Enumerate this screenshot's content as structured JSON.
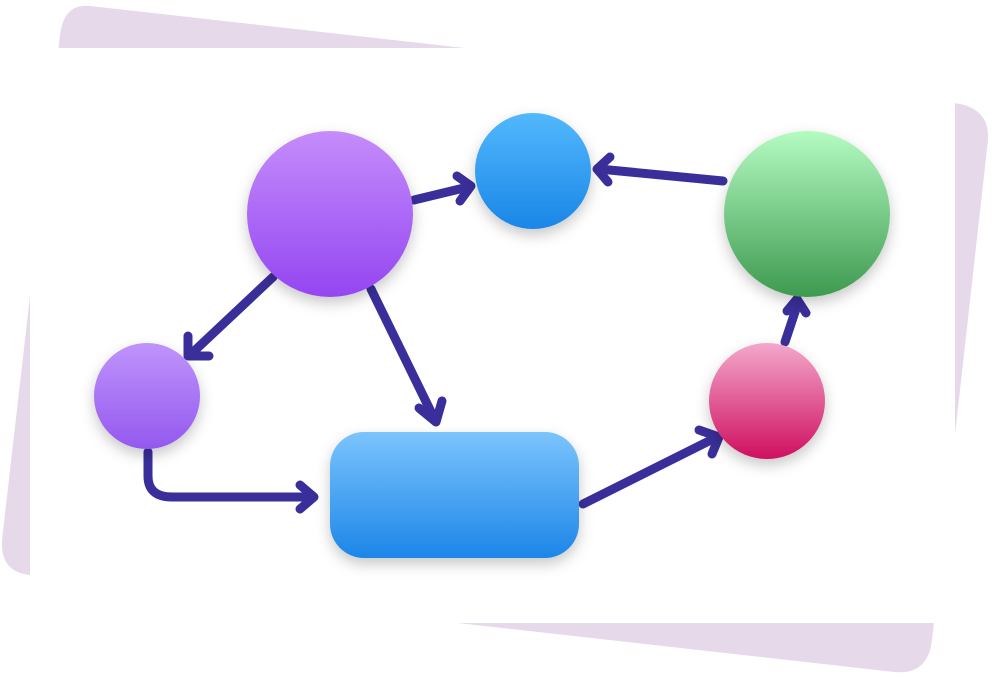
{
  "diagram": {
    "background_shape_color": "#e6d9ea",
    "card_color": "#ffffff",
    "arrow_color": "#3a2f9a",
    "nodes": [
      {
        "id": "purple-large",
        "shape": "circle",
        "colors": [
          "#c58cfb",
          "#9446f1"
        ]
      },
      {
        "id": "blue-top",
        "shape": "circle",
        "colors": [
          "#52b8fd",
          "#1a86e7"
        ]
      },
      {
        "id": "green",
        "shape": "circle",
        "colors": [
          "#b5fbc2",
          "#3d9a4f"
        ]
      },
      {
        "id": "purple-small",
        "shape": "circle",
        "colors": [
          "#bf94fb",
          "#9458ef"
        ]
      },
      {
        "id": "blue-rect",
        "shape": "rounded-rect",
        "colors": [
          "#7cc4fd",
          "#1c86e8"
        ]
      },
      {
        "id": "pink",
        "shape": "circle",
        "colors": [
          "#f3a8cb",
          "#cf0f5f"
        ]
      }
    ],
    "edges": [
      {
        "from": "purple-large",
        "to": "blue-top"
      },
      {
        "from": "purple-large",
        "to": "purple-small"
      },
      {
        "from": "purple-large",
        "to": "blue-rect"
      },
      {
        "from": "green",
        "to": "blue-top"
      },
      {
        "from": "purple-small",
        "to": "blue-rect"
      },
      {
        "from": "blue-rect",
        "to": "pink"
      },
      {
        "from": "pink",
        "to": "green"
      }
    ]
  }
}
